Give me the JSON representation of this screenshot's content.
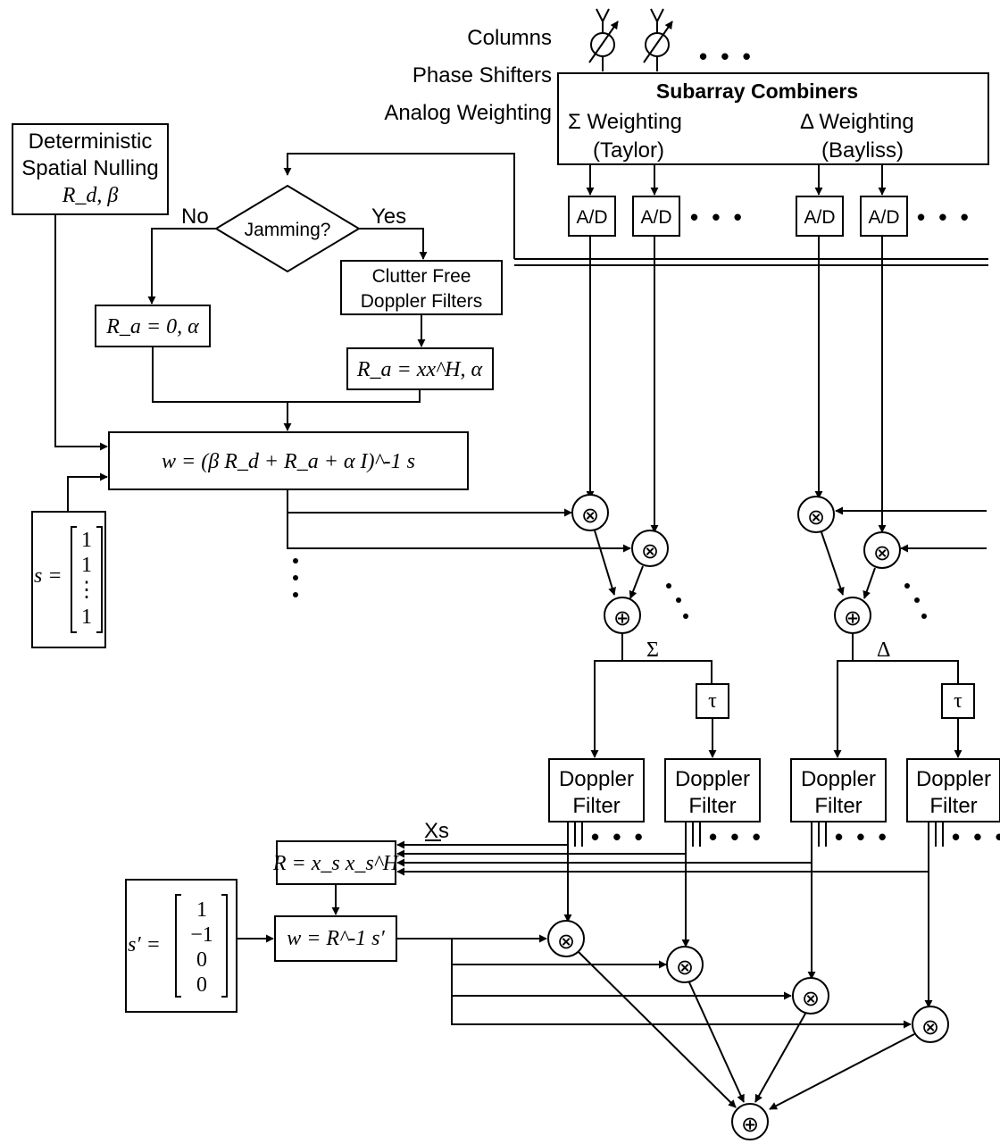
{
  "labels": {
    "columns": "Columns",
    "phase_shifters": "Phase Shifters",
    "analog_weighting": "Analog Weighting",
    "subarray_combiners": "Subarray Combiners",
    "sigma_weighting": "Σ Weighting",
    "taylor": "(Taylor)",
    "delta_weighting": "Δ Weighting",
    "bayliss": "(Bayliss)",
    "ad": "A/D",
    "deterministic_line1": "Deterministic",
    "deterministic_line2": "Spatial Nulling",
    "jamming": "Jamming?",
    "no": "No",
    "yes": "Yes",
    "clutter_line1": "Clutter Free",
    "clutter_line2": "Doppler Filters",
    "sigma_out": "Σ",
    "delta_out": "Δ",
    "tau": "τ",
    "doppler_line1": "Doppler",
    "doppler_line2": "Filter",
    "xs_label": "Xs",
    "ellipsis": "• • •"
  },
  "equations": {
    "rd_beta": "R_d, β",
    "ra_zero": "R_a = 0, α",
    "ra_xx": "R_a = xx^H, α",
    "weight": "w = (β R_d + R_a + α I)^-1 s",
    "s_vector_lhs": "s =",
    "s_vector_entries": [
      "1",
      "1",
      "⋮",
      "1"
    ],
    "r_hat": "R = x_s x_s^H",
    "w_hat": "w = R^-1 s′",
    "s_prime_lhs": "s′ =",
    "s_prime_entries": [
      "1",
      "−1",
      "0",
      "0"
    ]
  },
  "symbols": {
    "multiplier": "⊗",
    "summer": "⊕",
    "phase_shifter": "∅"
  }
}
